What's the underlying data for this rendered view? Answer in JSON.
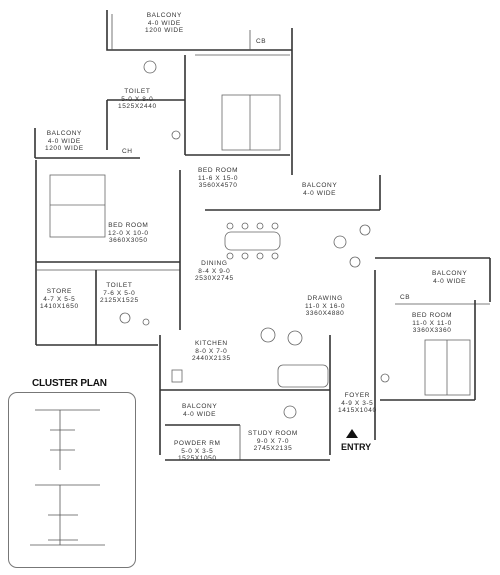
{
  "rooms": {
    "balcony_top": {
      "name": "BALCONY",
      "size": "4-0 WIDE",
      "metric": "1200 WIDE"
    },
    "cb_top": "CB",
    "toilet_top": {
      "name": "TOILET",
      "size": "5-0 X 8-0",
      "metric": "1525X2440"
    },
    "balcony_left": {
      "name": "BALCONY",
      "size": "4-0 WIDE",
      "metric": "1200 WIDE"
    },
    "ch_left": "CH",
    "bedroom_top": {
      "name": "BED ROOM",
      "size": "11-6 X 15-0",
      "metric": "3560X4570"
    },
    "balcony_mid": {
      "name": "BALCONY",
      "size": "4-0 WIDE"
    },
    "bedroom_left": {
      "name": "BED ROOM",
      "size": "12-0 X 10-0",
      "metric": "3660X3050"
    },
    "dining": {
      "name": "DINING",
      "size": "8-4 X 9-0",
      "metric": "2530X2745"
    },
    "drawing": {
      "name": "DRAWING",
      "size": "11-0 X 16-0",
      "metric": "3360X4880"
    },
    "balcony_right": {
      "name": "BALCONY",
      "size": "4-0 WIDE"
    },
    "cb_right": "CB",
    "bedroom_right": {
      "name": "BED ROOM",
      "size": "11-0 X 11-0",
      "metric": "3360X3360"
    },
    "store": {
      "name": "STORE",
      "size": "4-7 X 5-5",
      "metric": "1410X1650"
    },
    "toilet_left": {
      "name": "TOILET",
      "size": "7-6 X 5-0",
      "metric": "2125X1525"
    },
    "kitchen": {
      "name": "KITCHEN",
      "size": "8-0 X 7-0",
      "metric": "2440X2135"
    },
    "foyer": {
      "name": "FOYER",
      "size": "4-9 X 3-5",
      "metric": "1415X1040"
    },
    "balcony_bottom": {
      "name": "BALCONY",
      "size": "4-0 WIDE"
    },
    "study": {
      "name": "STUDY ROOM",
      "size": "9-0 X 7-0",
      "metric": "2745X2135"
    },
    "powder": {
      "name": "POWDER RM",
      "size": "5-0 X 3-5",
      "metric": "1525X1050"
    }
  },
  "labels": {
    "cluster_plan": "CLUSTER PLAN",
    "entry": "ENTRY"
  },
  "colors": {
    "line": "#333333",
    "background": "#ffffff"
  }
}
